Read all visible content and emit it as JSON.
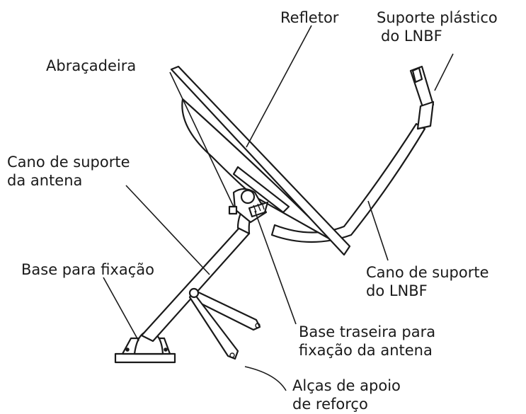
{
  "labels": {
    "reflector": "Refletor",
    "lnbf_holder": [
      "Suporte plástico",
      "do LNBF"
    ],
    "clamp": "Abraçadeira",
    "antenna_pipe": [
      "Cano de suporte",
      "da antena"
    ],
    "mount_base": "Base para fixação",
    "lnbf_pipe": [
      "Cano de suporte",
      "do LNBF"
    ],
    "rear_base": [
      "Base traseira para",
      "fixação da antena"
    ],
    "braces": [
      "Alças de apoio",
      "de reforço"
    ]
  },
  "colors": {
    "ink": "#1a1a1a",
    "background": "#ffffff"
  }
}
